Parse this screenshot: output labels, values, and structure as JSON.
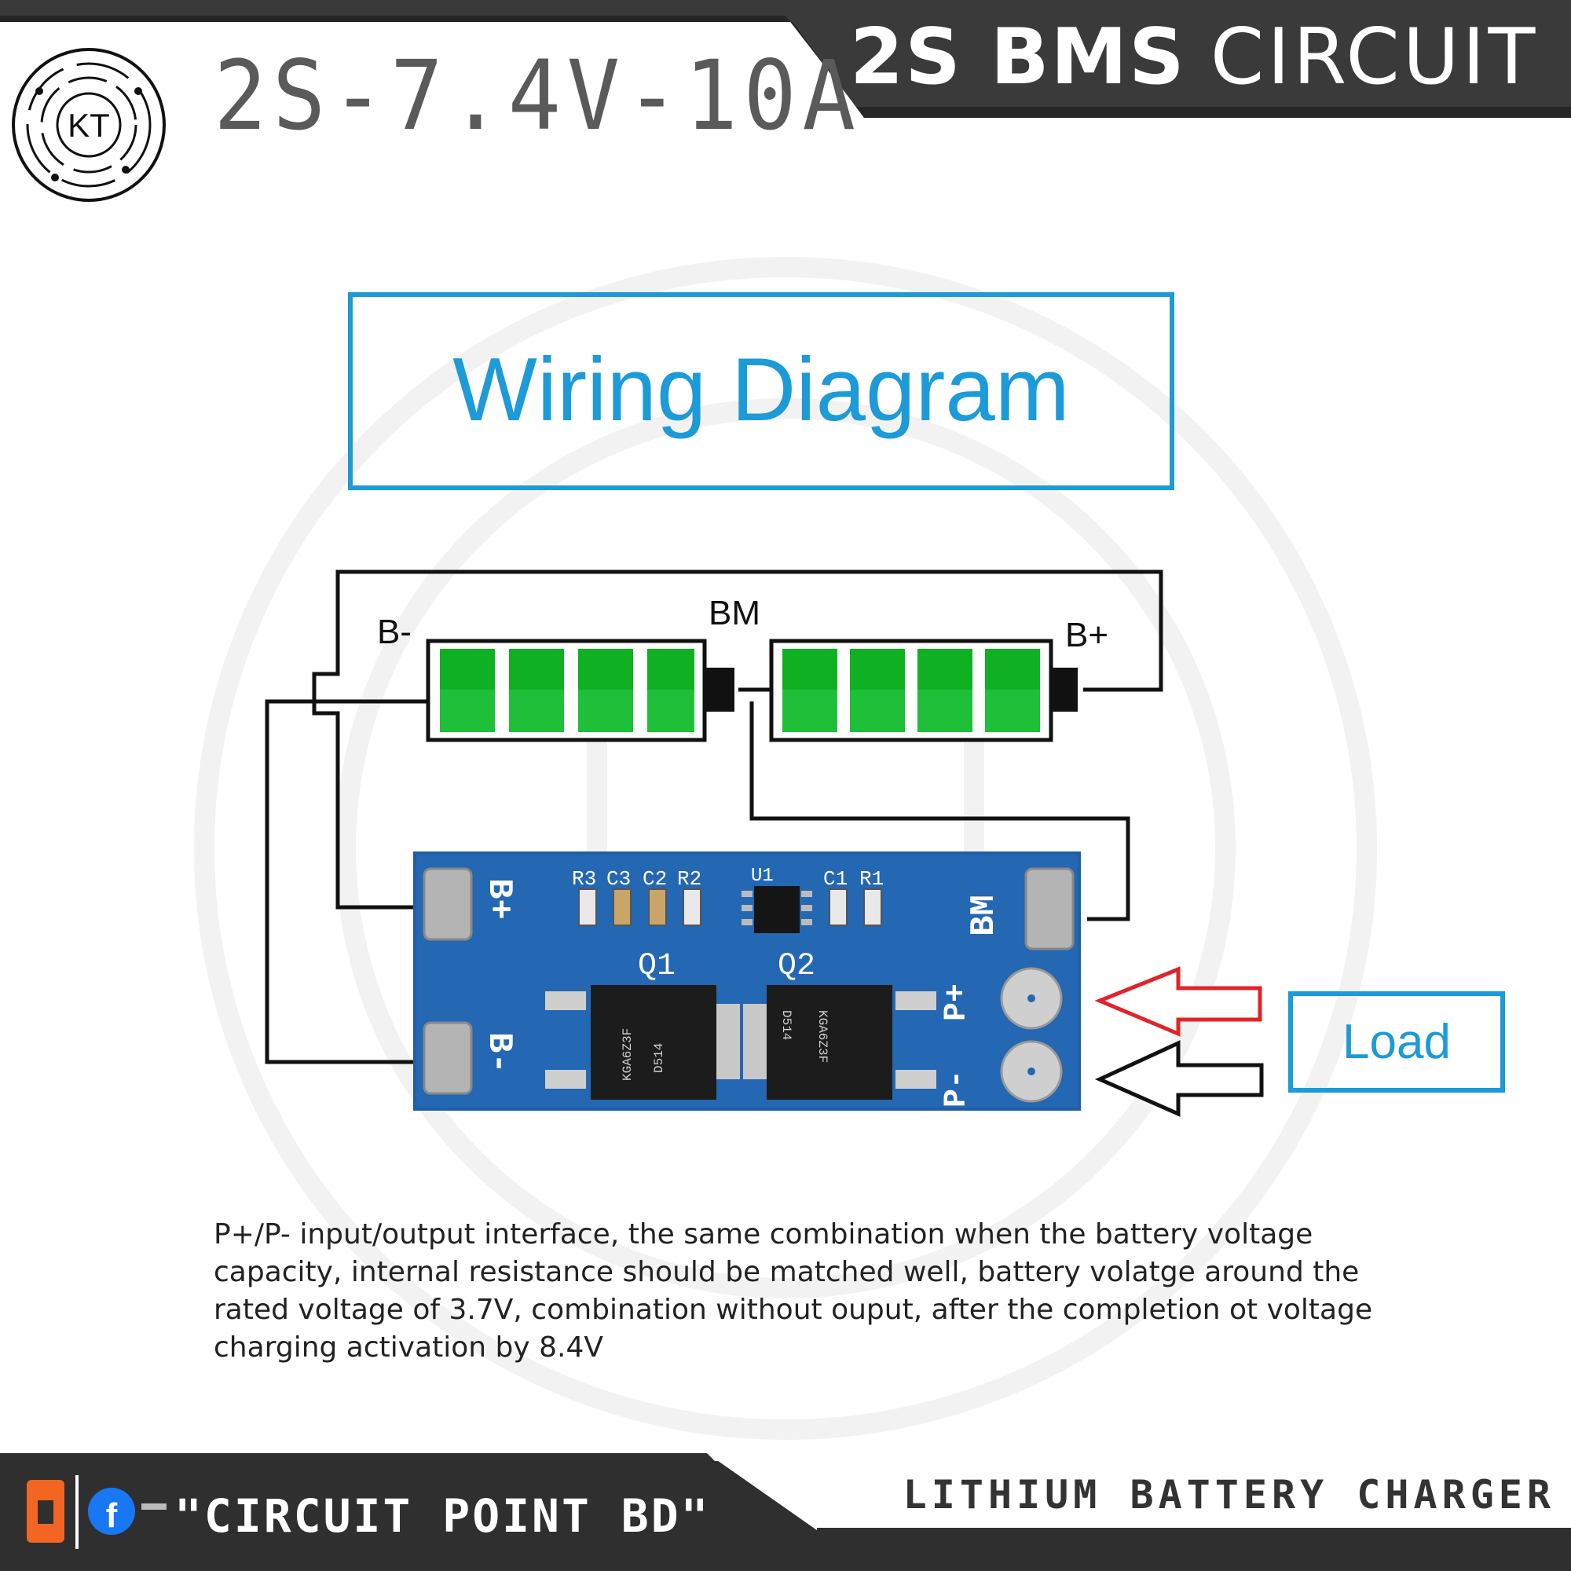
{
  "header": {
    "title_bold": "2S BMS",
    "title_light": "CIRCUIT",
    "spec": "2S-7.4V-10A",
    "logo_text": "KT"
  },
  "diagram": {
    "title": "Wiring Diagram",
    "terminals": {
      "b_minus": "B-",
      "b_mid": "BM",
      "b_plus": "B+"
    },
    "pcb": {
      "pad_bplus": "B+",
      "pad_bminus": "B-",
      "pad_bm": "BM",
      "pad_pplus": "P+",
      "pad_pminus": "P-",
      "components": [
        "R3",
        "C3",
        "C2",
        "R2",
        "U1",
        "C1",
        "R1"
      ],
      "q1": "Q1",
      "q2": "Q2",
      "mosfet_marking_1": "KGA6Z3F",
      "mosfet_marking_2": "D514"
    },
    "load_label": "Load",
    "colors": {
      "accent": "#1d9ad8",
      "battery_green": "#1fbf3a",
      "pcb_blue": "#1f5fa6",
      "arrow_red": "#e0242a"
    }
  },
  "description": {
    "lines": [
      "P+/P- input/output interface, the same combination when the battery voltage",
      "capacity, internal resistance should be matched well, battery volatge around the",
      "rated voltage of 3.7V, combination without ouput, after the completion ot voltage",
      "charging activation by 8.4V"
    ]
  },
  "footer": {
    "brand": "\"CIRCUIT POINT BD\"",
    "tagline": "LITHIUM BATTERY CHARGER",
    "icons": [
      "daraz-icon",
      "facebook-icon"
    ]
  }
}
